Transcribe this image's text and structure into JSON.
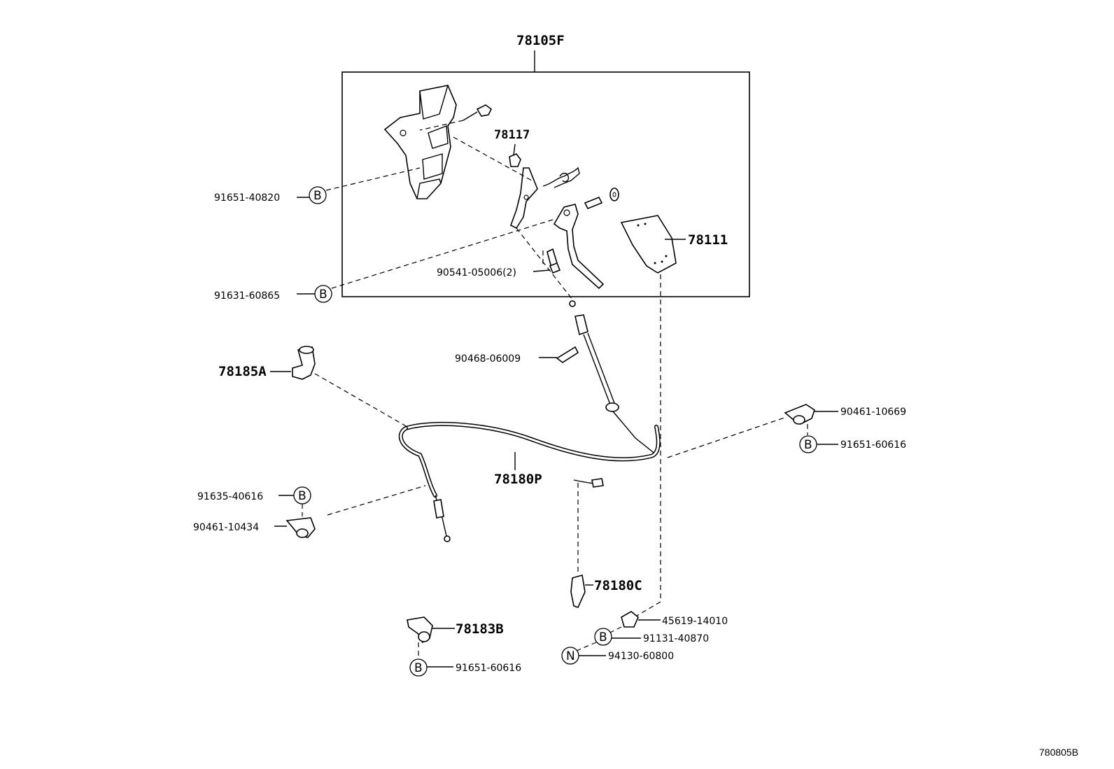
{
  "diagram": {
    "code": "780805B",
    "parts": {
      "p78105F": "78105F",
      "p78117": "78117",
      "p78111": "78111",
      "p91651_40820": "91651-40820",
      "p91631_60865": "91631-60865",
      "p90541_05006": "90541-05006(2)",
      "p90468_06009": "90468-06009",
      "p78185A": "78185A",
      "p78180P": "78180P",
      "p90461_10669": "90461-10669",
      "p91651_60616_right": "91651-60616",
      "p91635_40616": "91635-40616",
      "p90461_10434": "90461-10434",
      "p78180C": "78180C",
      "p45619_14010": "45619-14010",
      "p91131_40870": "91131-40870",
      "p94130_60800": "94130-60800",
      "p78183B": "78183B",
      "p91651_60616_bottom": "91651-60616"
    },
    "symbols": {
      "b": "B",
      "n": "N"
    }
  }
}
